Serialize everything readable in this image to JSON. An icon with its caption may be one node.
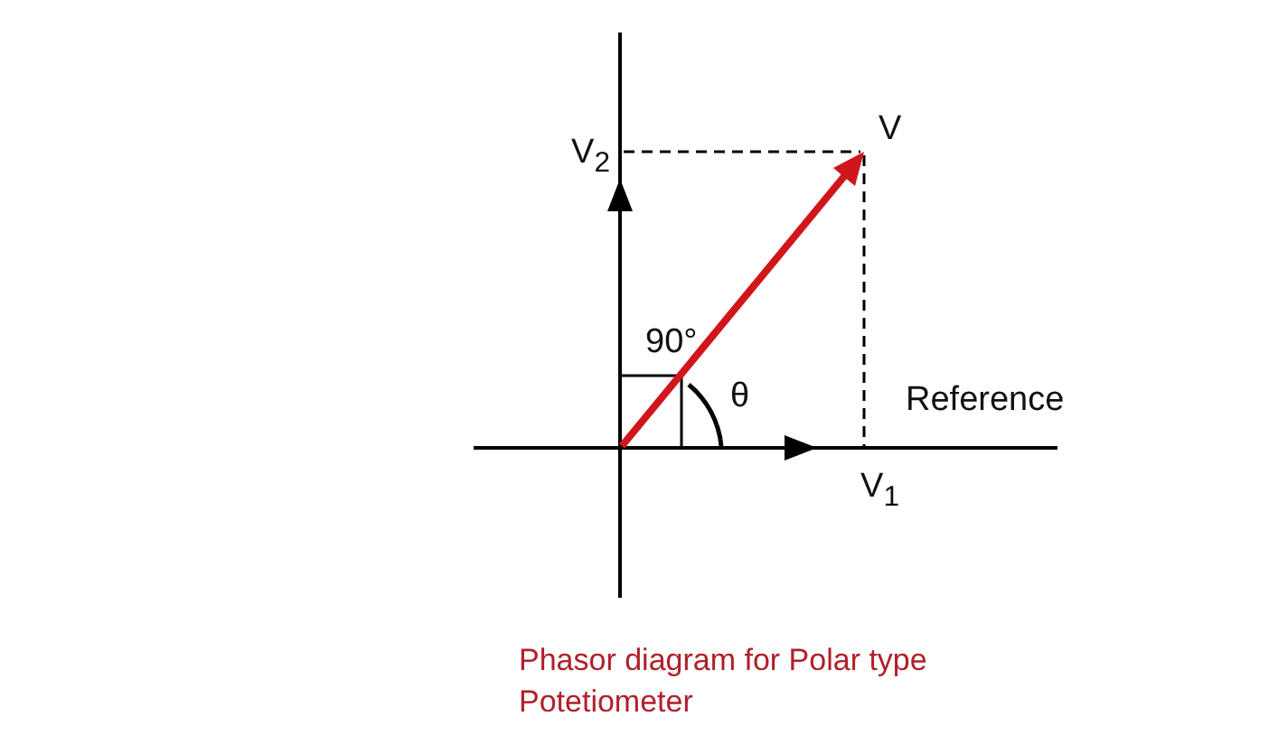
{
  "diagram": {
    "caption": "Phasor diagram for Polar type Potetiometer",
    "labels": [
      "V",
      "V$_{2}$",
      "90°",
      "θ",
      "Reference",
      "V$_{1}$"
    ]
  }
}
